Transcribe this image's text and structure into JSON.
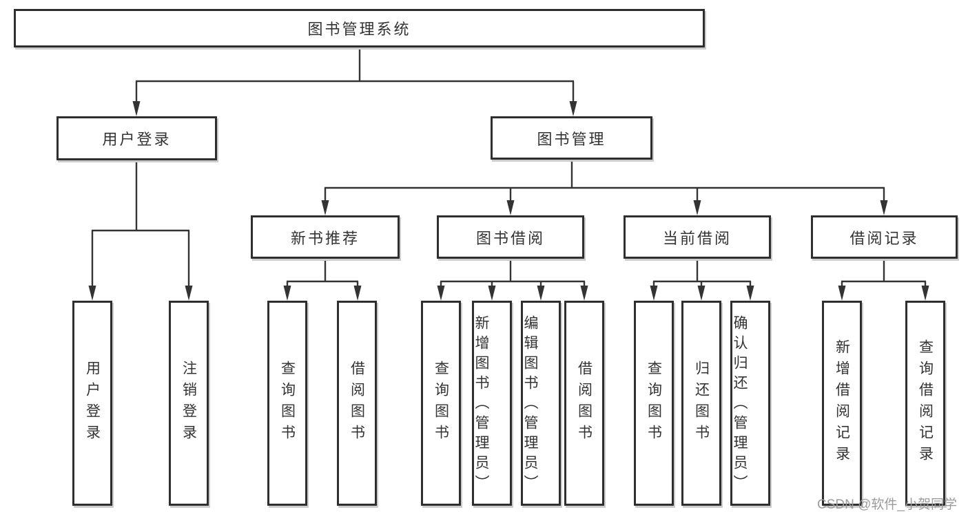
{
  "diagram": {
    "title": "图书管理系统",
    "branches": [
      {
        "label": "用户登录",
        "children": [
          {
            "label": "用户登录"
          },
          {
            "label": "注销登录"
          }
        ]
      },
      {
        "label": "图书管理",
        "children": [
          {
            "label": "新书推荐",
            "children": [
              {
                "label": "查询图书"
              },
              {
                "label": "借阅图书"
              }
            ]
          },
          {
            "label": "图书借阅",
            "children": [
              {
                "label": "查询图书"
              },
              {
                "label": "新增图书（管理员）"
              },
              {
                "label": "编辑图书（管理员）"
              },
              {
                "label": "借阅图书"
              }
            ]
          },
          {
            "label": "当前借阅",
            "children": [
              {
                "label": "查询图书"
              },
              {
                "label": "归还图书"
              },
              {
                "label": "确认归还（管理员）"
              }
            ]
          },
          {
            "label": "借阅记录",
            "children": [
              {
                "label": "新增借阅记录"
              },
              {
                "label": "查询借阅记录"
              }
            ]
          }
        ]
      }
    ]
  },
  "watermark": "CSDN @软件_小贺同学",
  "colors": {
    "line": "#333333",
    "box_border": "#2e2e2e",
    "box_fill": "#ffffff",
    "text": "#333333",
    "shadow": "#cccccc",
    "watermark": "#9b9b9b"
  }
}
